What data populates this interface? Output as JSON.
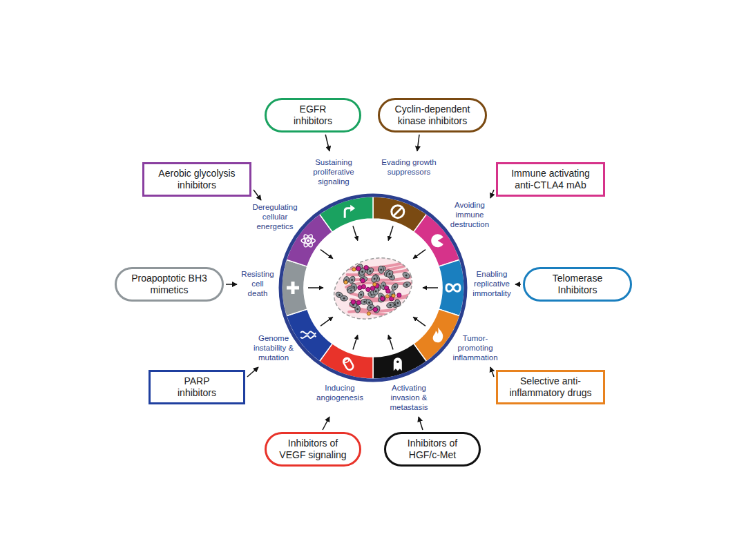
{
  "diagram": {
    "nodes": [
      {
        "text": [
          "EGFR inhibitors"
        ]
      },
      {
        "text": [
          "Cyclin-dependent kinase inhibitors"
        ]
      },
      {
        "text": [
          "Aerobic glycolysis inhibitors"
        ]
      },
      {
        "text": [
          "Immune activating anti-CTLA4 mAb"
        ]
      },
      {
        "text": [
          "Proapoptotic BH3 mimetics"
        ]
      },
      {
        "text": [
          "Telomerase Inhibitors"
        ]
      },
      {
        "text": [
          "PARP inhibitors"
        ]
      },
      {
        "text": [
          "Selective anti-inflammatory drugs"
        ]
      },
      {
        "text": [
          "Inhibitors of VEGF signaling"
        ]
      },
      {
        "text": [
          "Inhibitors of HGF/c-Met"
        ]
      }
    ],
    "labels": [
      "Sustaining proliferative signaling",
      "Evading growth suppressors",
      "Deregulating cellular energetics",
      "Avoiding immune destruction",
      "Resisting cell death",
      "Enabling replicative immortality",
      "Genome instability & mutation",
      "Tumor-promoting inflammation",
      "Inducing angiogenesis",
      "Activating invasion & metastasis"
    ]
  }
}
